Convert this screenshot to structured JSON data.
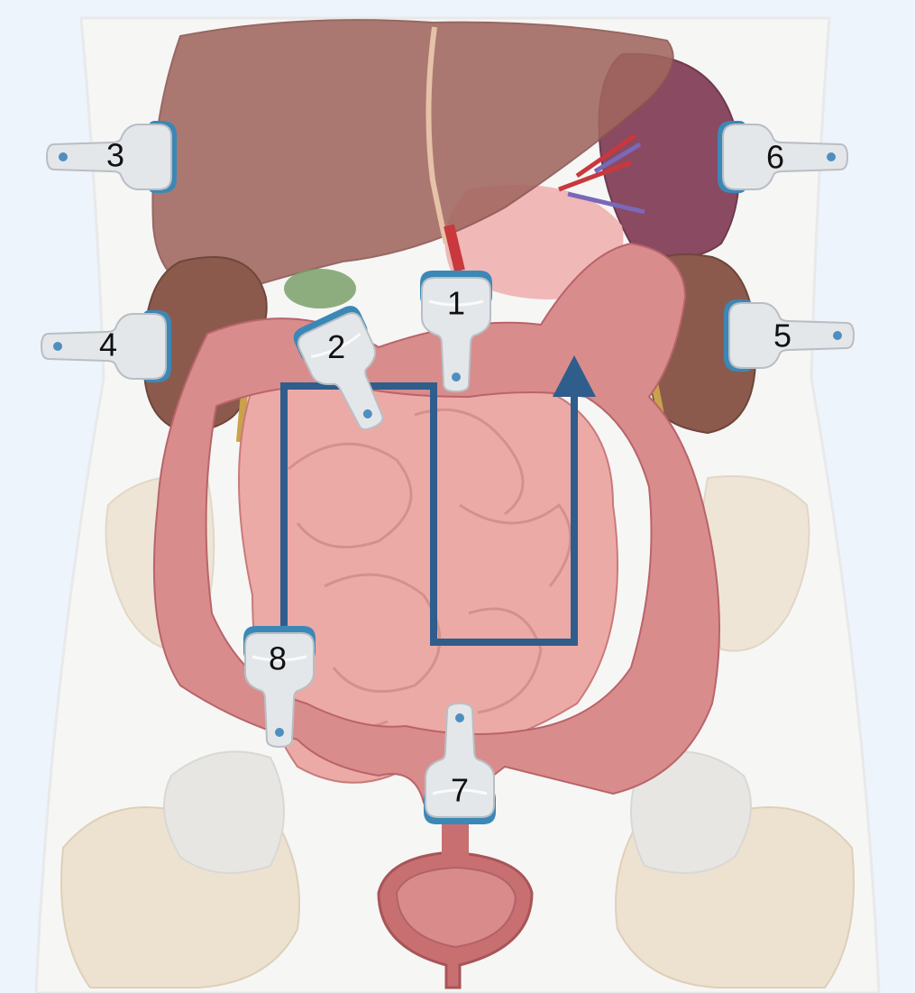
{
  "colors": {
    "background": "#eef4fb",
    "torso": "#f6f6f5",
    "pelvis_bone": "#ede2cf",
    "liver": "#a1675f",
    "spleen": "#8a4a62",
    "kidney": "#8b5a4d",
    "colon": "#d98c8c",
    "colon_outline": "#b9646a",
    "small_intestine": "#ecaaa6",
    "stomach": "#f0b1b0",
    "bladder": "#c86f72",
    "gallbladder": "#7aa06a",
    "ureter": "#c9a24a",
    "vessel_red": "#c8383c",
    "vessel_blue": "#7a68b8",
    "scan_path": "#2f5d8c",
    "probe_body": "#e6e9ec",
    "probe_tip": "#3b88b7",
    "probe_dot": "#4f8fc0",
    "number": "#111111"
  },
  "scan_path": {
    "description_icon": "arrow-up-icon",
    "direction": "clockwise-sweep-ending-upward"
  },
  "probes": [
    {
      "id": "probe-1",
      "label": "1",
      "icon": "ultrasound-probe-icon"
    },
    {
      "id": "probe-2",
      "label": "2",
      "icon": "ultrasound-probe-icon"
    },
    {
      "id": "probe-3",
      "label": "3",
      "icon": "ultrasound-probe-icon"
    },
    {
      "id": "probe-4",
      "label": "4",
      "icon": "ultrasound-probe-icon"
    },
    {
      "id": "probe-5",
      "label": "5",
      "icon": "ultrasound-probe-icon"
    },
    {
      "id": "probe-6",
      "label": "6",
      "icon": "ultrasound-probe-icon"
    },
    {
      "id": "probe-7",
      "label": "7",
      "icon": "ultrasound-probe-icon"
    },
    {
      "id": "probe-8",
      "label": "8",
      "icon": "ultrasound-probe-icon"
    }
  ]
}
